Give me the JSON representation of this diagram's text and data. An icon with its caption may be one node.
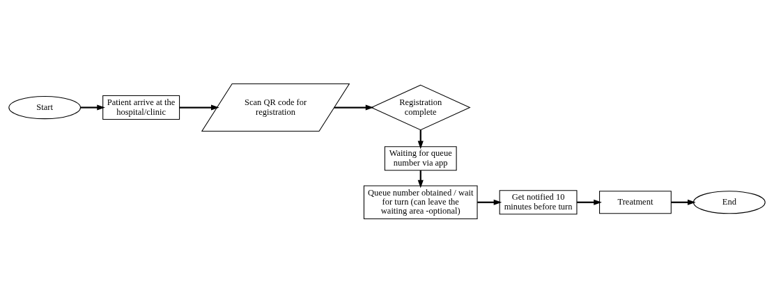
{
  "diagram": {
    "nodes": [
      {
        "text": [
          "Start"
        ]
      },
      {
        "text": [
          "Patient arrive at the hospital/clinic"
        ]
      },
      {
        "text": [
          "Scan QR code for registration"
        ]
      },
      {
        "text": [
          "Registration complete"
        ]
      },
      {
        "text": [
          "Waiting for queue number via app"
        ]
      },
      {
        "text": [
          "Queue number obtained / wait for turn (can leave the waiting area -optional)"
        ]
      },
      {
        "text": [
          "Get notified 10 minutes before turn"
        ]
      },
      {
        "text": [
          "Treatment"
        ]
      },
      {
        "text": [
          "End"
        ]
      }
    ],
    "edges": [
      {
        "from": 0,
        "to": 1,
        "arrow": "to"
      },
      {
        "from": 1,
        "to": 2,
        "arrow": "to"
      },
      {
        "from": 2,
        "to": 3,
        "arrow": "to"
      },
      {
        "from": 3,
        "to": 4,
        "arrow": "to"
      },
      {
        "from": 4,
        "to": 5,
        "arrow": "to"
      },
      {
        "from": 5,
        "to": 6,
        "arrow": "to"
      },
      {
        "from": 6,
        "to": 7,
        "arrow": "to"
      },
      {
        "from": 7,
        "to": 8,
        "arrow": "to"
      }
    ]
  }
}
